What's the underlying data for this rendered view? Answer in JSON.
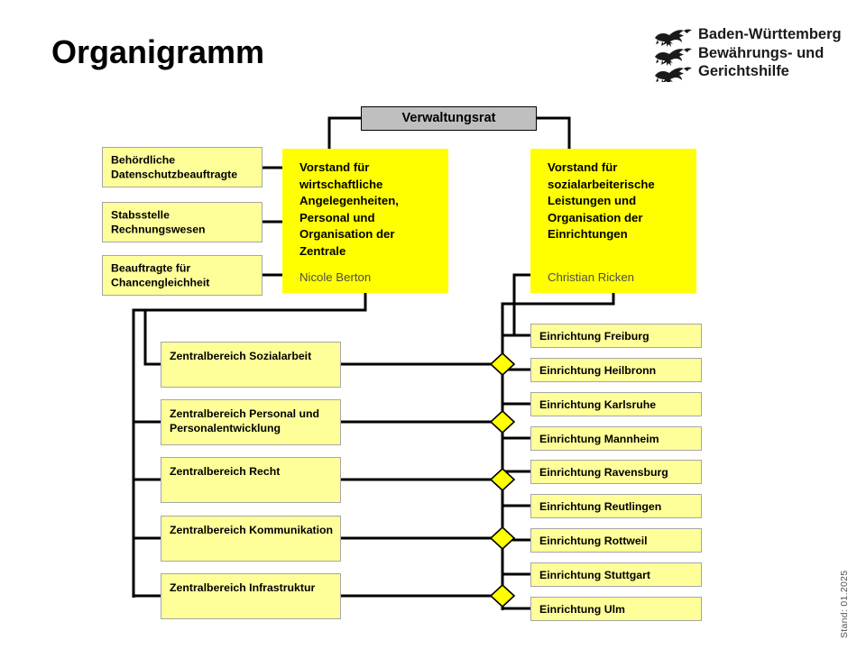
{
  "page": {
    "title": "Organigramm",
    "stand_note": "Stand: 01.2025"
  },
  "logo": {
    "icon": "three-lions-crest-icon",
    "line1": "Baden-Württemberg",
    "line2": "Bewährungs- und",
    "line3": "Gerichtshilfe"
  },
  "chart": {
    "board": {
      "label": "Verwaltungsrat"
    },
    "executives": [
      {
        "title": "Vorstand für wirtschaftliche Angelegenheiten, Personal und Organisation der Zentrale",
        "person": "Nicole Berton"
      },
      {
        "title": "Vorstand für sozialarbeiterische Leistungen und Organisation der Einrichtungen",
        "person": "Christian Ricken"
      }
    ],
    "staff_units": [
      {
        "label": "Behördliche Datenschutzbeauftragte"
      },
      {
        "label": "Stabsstelle Rechnungswesen"
      },
      {
        "label": "Beauftragte für Chancengleichheit"
      }
    ],
    "central_divisions": [
      {
        "label": "Zentralbereich Sozialarbeit"
      },
      {
        "label": "Zentralbereich Personal und Personalentwicklung"
      },
      {
        "label": "Zentralbereich Recht"
      },
      {
        "label": "Zentralbereich Kommunikation"
      },
      {
        "label": "Zentralbereich Infrastruktur"
      }
    ],
    "facilities": [
      {
        "label": "Einrichtung Freiburg"
      },
      {
        "label": "Einrichtung Heilbronn"
      },
      {
        "label": "Einrichtung Karlsruhe"
      },
      {
        "label": "Einrichtung Mannheim"
      },
      {
        "label": "Einrichtung Ravensburg"
      },
      {
        "label": "Einrichtung Reutlingen"
      },
      {
        "label": "Einrichtung Rottweil"
      },
      {
        "label": "Einrichtung Stuttgart"
      },
      {
        "label": "Einrichtung Ulm"
      }
    ],
    "junctions": [
      {
        "name": "crossover-node-1"
      },
      {
        "name": "crossover-node-2"
      },
      {
        "name": "crossover-node-3"
      },
      {
        "name": "crossover-node-4"
      },
      {
        "name": "crossover-node-5"
      }
    ],
    "colors": {
      "board_fill": "#bfbfbf",
      "executive_fill": "#ffff00",
      "unit_fill": "#ffff99",
      "unit_border": "#a6a6a6",
      "connector": "#000000",
      "junction_fill": "#ffff00"
    }
  }
}
